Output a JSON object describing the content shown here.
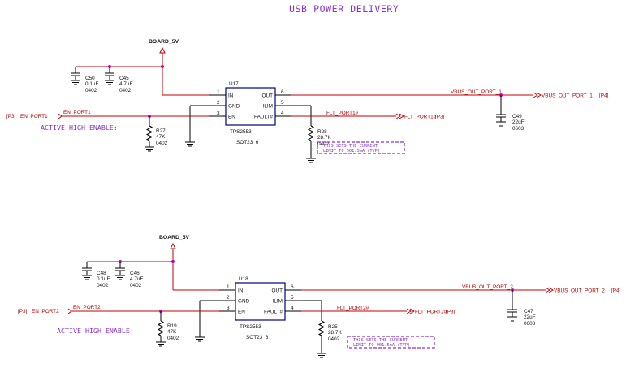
{
  "title": "USB POWER DELIVERY",
  "sections": [
    {
      "board_net": "BOARD_5V",
      "ic": {
        "ref": "U17",
        "part": "TPS2553",
        "package": "SOT23_6",
        "pins": [
          {
            "num": "1",
            "name": "IN"
          },
          {
            "num": "2",
            "name": "GND"
          },
          {
            "num": "3",
            "name": "EN"
          },
          {
            "num": "6",
            "name": "OUT"
          },
          {
            "num": "5",
            "name": "ILIM"
          },
          {
            "num": "4",
            "name": "FAULT#"
          }
        ]
      },
      "cin1": {
        "ref": "C50",
        "value": "0.1uF",
        "pkg": "0402"
      },
      "cin2": {
        "ref": "C45",
        "value": "4.7uF",
        "pkg": "0402"
      },
      "rpd": {
        "ref": "R27",
        "value": "47K",
        "pkg": "0402"
      },
      "rlim": {
        "ref": "R28",
        "value": "28.7K",
        "pkg": "0402"
      },
      "cout": {
        "ref": "C49",
        "value": "22uF",
        "pkg": "0603"
      },
      "en_port": "[P3]",
      "en_offpage": "EN_PORT1",
      "en_net": "EN_PORT1",
      "vbus_net": "VBUS_OUT_PORT_1",
      "vbus_offpage": "VBUS_OUT_PORT_1",
      "vbus_port": "[P4]",
      "flt_net": "FLT_PORT1#",
      "flt_offpage": "FLT_PORT1#",
      "flt_port": "[P3]",
      "enable_label": "ACTIVE HIGH ENABLE:",
      "note_lines": [
        "THIS SETS THE CURRENT",
        "LIMIT TO 901.5mA (TYP)"
      ]
    },
    {
      "board_net": "BOARD_5V",
      "ic": {
        "ref": "U18",
        "part": "TPS2553",
        "package": "SOT23_6",
        "pins": [
          {
            "num": "1",
            "name": "IN"
          },
          {
            "num": "2",
            "name": "GND"
          },
          {
            "num": "3",
            "name": "EN"
          },
          {
            "num": "6",
            "name": "OUT"
          },
          {
            "num": "5",
            "name": "ILIM"
          },
          {
            "num": "4",
            "name": "FAULT#"
          }
        ]
      },
      "cin1": {
        "ref": "C48",
        "value": "0.1uF",
        "pkg": "0402"
      },
      "cin2": {
        "ref": "C46",
        "value": "4.7uF",
        "pkg": "0402"
      },
      "rpd": {
        "ref": "R19",
        "value": "47K",
        "pkg": "0402"
      },
      "rlim": {
        "ref": "R25",
        "value": "28.7K",
        "pkg": "0402"
      },
      "cout": {
        "ref": "C47",
        "value": "22uF",
        "pkg": "0603"
      },
      "en_port": "[P3]",
      "en_offpage": "EN_PORT2",
      "en_net": "EN_PORT2",
      "vbus_net": "VBUS_OUT_PORT_2",
      "vbus_offpage": "VBUS_OUT_PORT_2",
      "vbus_port": "[P4]",
      "flt_net": "FLT_PORT2#",
      "flt_offpage": "FLT_PORT2#",
      "flt_port": "[P3]",
      "enable_label": "ACTIVE HIGH ENABLE:",
      "note_lines": [
        "THIS SETS THE CURRENT",
        "LIMIT TO 901.5mA (TYP)"
      ]
    }
  ]
}
